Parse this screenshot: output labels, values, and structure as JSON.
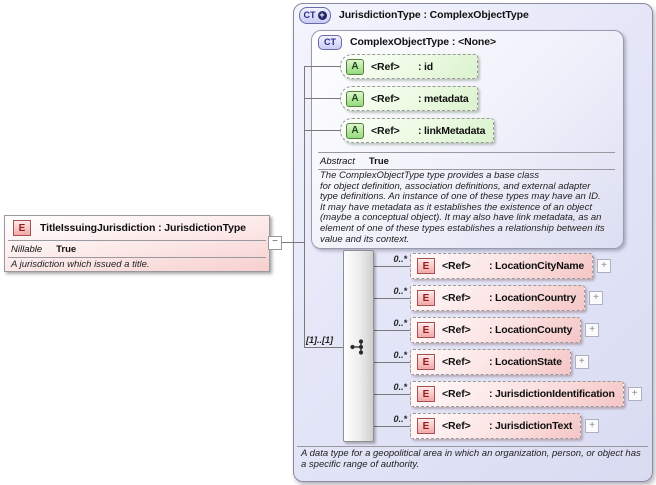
{
  "icons": {
    "expand": "+",
    "collapse": "−"
  },
  "left_element": {
    "badge": "E",
    "title": "TitleIssuingJurisdiction : JurisdictionType",
    "prop_label": "Nillable",
    "prop_value": "True",
    "doc": "A jurisdiction which issued a title."
  },
  "main_type": {
    "badge": "CT",
    "title": "JurisdictionType : ComplexObjectType",
    "cardinality": "[1]..[1]",
    "doc": "A data type for a geopolitical area in which an organization, person, or object has\na specific range of authority.",
    "base_type": {
      "badge": "CT",
      "title": "ComplexObjectType : <None>",
      "prop_label": "Abstract",
      "prop_value": "True",
      "doc": "The ComplexObjectType type provides a base class\nfor object definition, association definitions, and external adapter\ntype definitions. An instance of one of these types may have an ID.\nIt may have metadata as it establishes the existence of an object\n(maybe a conceptual object). It may also have link metadata, as an\nelement of one of these types establishes a relationship between its\nvalue and its context.",
      "attributes": [
        {
          "badge": "A",
          "ref": "<Ref>",
          "name": ": id"
        },
        {
          "badge": "A",
          "ref": "<Ref>",
          "name": ": metadata"
        },
        {
          "badge": "A",
          "ref": "<Ref>",
          "name": ": linkMetadata"
        }
      ]
    },
    "elements": [
      {
        "badge": "E",
        "occurs": "0..*",
        "ref": "<Ref>",
        "name": ": LocationCityName"
      },
      {
        "badge": "E",
        "occurs": "0..*",
        "ref": "<Ref>",
        "name": ": LocationCountry"
      },
      {
        "badge": "E",
        "occurs": "0..*",
        "ref": "<Ref>",
        "name": ": LocationCounty"
      },
      {
        "badge": "E",
        "occurs": "0..*",
        "ref": "<Ref>",
        "name": ": LocationState"
      },
      {
        "badge": "E",
        "occurs": "0..*",
        "ref": "<Ref>",
        "name": ": JurisdictionIdentification"
      },
      {
        "badge": "E",
        "occurs": "0..*",
        "ref": "<Ref>",
        "name": ": JurisdictionText"
      }
    ]
  }
}
